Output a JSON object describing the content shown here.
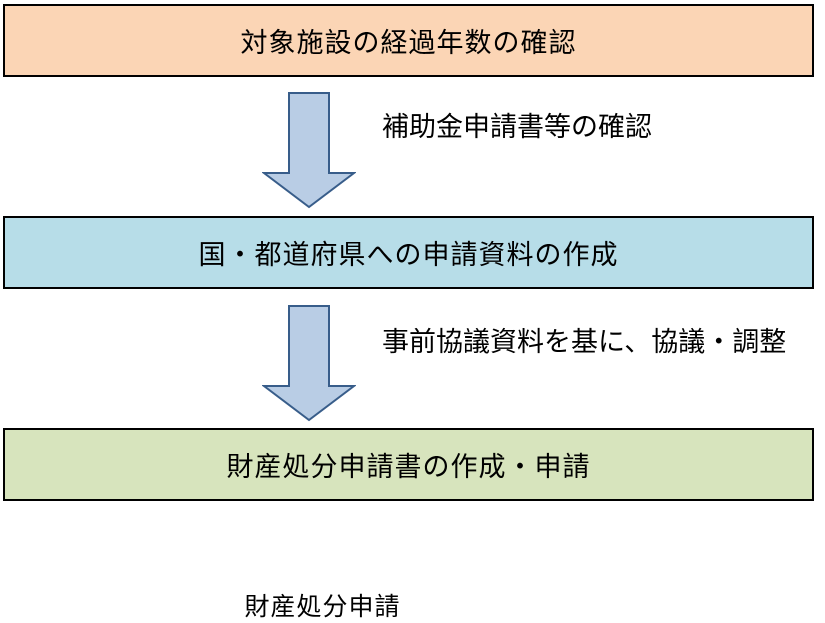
{
  "flow": {
    "step1": {
      "label": "対象施設の経過年数の確認",
      "fill": "#fbd5b5"
    },
    "step2": {
      "label": "国・都道府県への申請資料の作成",
      "fill": "#b7dde8"
    },
    "step3": {
      "label": "財産処分申請書の作成・申請",
      "fill": "#d7e4bd"
    },
    "arrow1_note": "補助金申請書等の確認",
    "arrow2_note": "事前協議資料を基に、協議・調整",
    "arrow_fill": "#b9cde5",
    "arrow_stroke": "#385d8a"
  },
  "caption": "財産処分申請"
}
